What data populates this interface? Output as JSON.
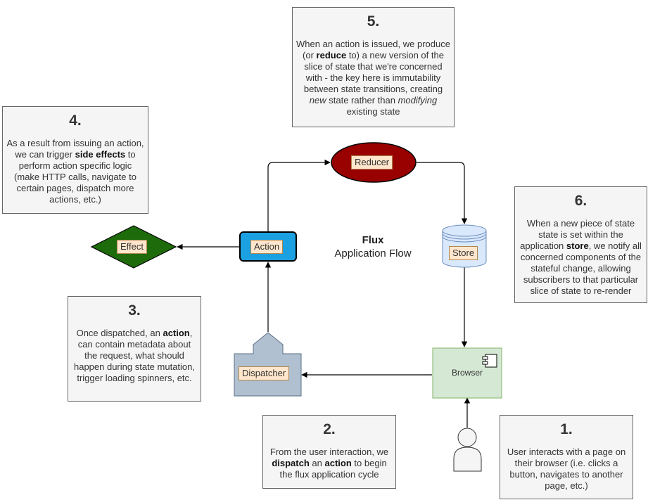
{
  "flux": {
    "title": "Flux",
    "subtitle": "Application Flow"
  },
  "nodes": {
    "reducer": "Reducer",
    "action": "Action",
    "effect": "Effect",
    "store": "Store",
    "dispatcher": "Dispatcher",
    "browser": "Browser"
  },
  "colors": {
    "reducer_fill": "#990000",
    "action_fill": "#1ba1e2",
    "effect_fill": "#1d6b0a",
    "store_fill": "#dae8fc",
    "dispatcher_fill": "#b0c0d0",
    "browser_fill": "#d5e8d4",
    "label_fill": "#ffe6cc",
    "note_fill": "#f5f5f5"
  },
  "notes": {
    "n1": {
      "num": "1.",
      "p1": "User interacts with a page on their browser (i.e. clicks a button, navigates to another page, etc.)"
    },
    "n2": {
      "num": "2.",
      "p1": "From the user interaction, we",
      "b1": "dispatch",
      "p2": "an",
      "b2": "action",
      "p3": "to begin the flux application cycle"
    },
    "n3": {
      "num": "3.",
      "p1": "Once dispatched, an",
      "b1": "action",
      "p2": ", can contain metadata about the request, what should happen during state mutation, trigger loading spinners, etc."
    },
    "n4": {
      "num": "4.",
      "p1": "As a result from issuing an action, we can trigger",
      "b1": "side effects",
      "p2": "to perform action specific logic (make HTTP calls, navigate to certain pages, dispatch more actions, etc.)"
    },
    "n5": {
      "num": "5.",
      "p1": "When an action is issued, we produce (or",
      "b1": "reduce",
      "p2": "to) a new version of the slice of state that we're concerned with - the key here is immutability between state transitions, creating",
      "i1": "new",
      "p3": "state rather than",
      "i2": "modifying",
      "p4": "existing state"
    },
    "n6": {
      "num": "6.",
      "p1": "When a new piece of state state is set within the application",
      "b1": "store",
      "p2": ", we notify all concerned components of the stateful change, allowing subscribers to that particular slice of state to re-render"
    }
  }
}
